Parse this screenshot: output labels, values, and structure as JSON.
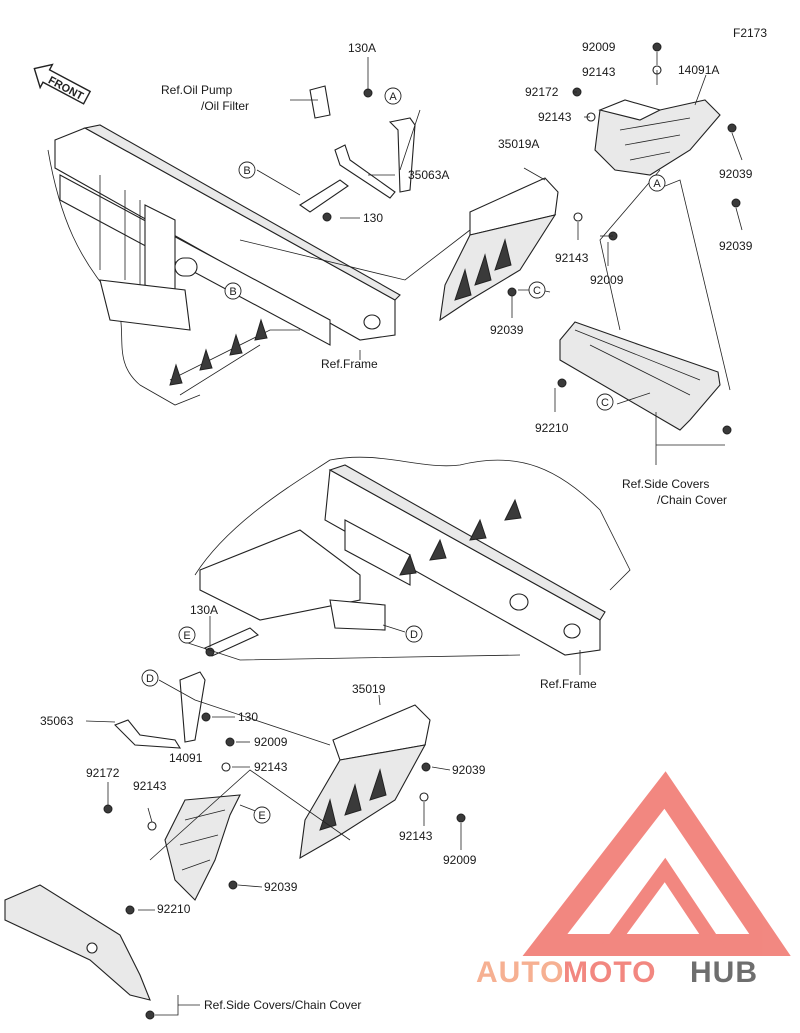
{
  "figure_code": "F2173",
  "front_label": "FRONT",
  "references": {
    "oil_pump_line1": "Ref.Oil Pump",
    "oil_pump_line2": "/Oil Filter",
    "frame_top": "Ref.Frame",
    "side_covers_line1": "Ref.Side Covers",
    "side_covers_line2": "/Chain Cover",
    "frame_bottom": "Ref.Frame",
    "side_covers_bottom": "Ref.Side Covers/Chain Cover"
  },
  "part_numbers": {
    "p130A_top": "130A",
    "p92009_top": "92009",
    "p92143_top1": "92143",
    "p14091A": "14091A",
    "p92172_top": "92172",
    "p92143_top2": "92143",
    "p35019A": "35019A",
    "p35063A": "35063A",
    "p92039_a": "92039",
    "p92039_b": "92039",
    "p130_top": "130",
    "p92143_top3": "92143",
    "p92009_top2": "92009",
    "p92039_c": "92039",
    "p92210_top": "92210",
    "p130A_bot": "130A",
    "p35019": "35019",
    "p35063": "35063",
    "p130_bot": "130",
    "p92009_bot1": "92009",
    "p14091": "14091",
    "p92143_bot1": "92143",
    "p92172_bot": "92172",
    "p92143_bot2": "92143",
    "p92039_d": "92039",
    "p92143_bot3": "92143",
    "p92009_bot2": "92009",
    "p92039_e": "92039",
    "p92210_bot": "92210"
  },
  "callouts": {
    "A1": "A",
    "A2": "A",
    "B1": "B",
    "B2": "B",
    "C1": "C",
    "C2": "C",
    "D1": "D",
    "D2": "D",
    "E1": "E",
    "E2": "E"
  },
  "watermark": {
    "part1": "AUTO",
    "part2": "MOTO",
    "part3": "HUB",
    "color_main": "#f0736b",
    "color_light": "#f5a37f",
    "color_dark": "#555555"
  }
}
